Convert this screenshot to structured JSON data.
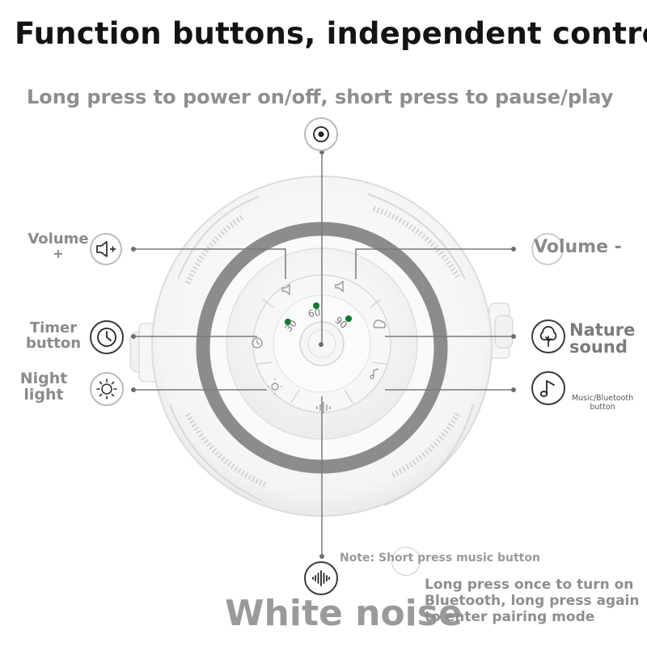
{
  "title": "Function buttons, independent control",
  "subtitle": "Long press to power on/off, short press to pause/play",
  "labels": {
    "volume_plus_line1": "Volume",
    "volume_plus_line2": "+",
    "volume_minus": "Volume -",
    "timer_line1": "Timer",
    "timer_line2": "button",
    "night_line1": "Night",
    "night_line2": "light",
    "nature_line1": "Nature",
    "nature_line2": "sound",
    "music_bt_line1": "Music/Bluetooth",
    "music_bt_line2": "button",
    "white_noise": "White noise"
  },
  "device": {
    "timer_30": "30",
    "timer_60": "60",
    "timer_90": "90"
  },
  "notes": {
    "note_short": "Note: Short press music button",
    "note_long": "Long press once to turn on Bluetooth, long press again to enter pairing mode"
  },
  "icons": [
    "power-icon",
    "volume-up-icon",
    "volume-down-icon",
    "timer-icon",
    "night-light-icon",
    "nature-sound-icon",
    "music-note-icon",
    "white-noise-icon"
  ],
  "colors": {
    "title": "#141414",
    "label_gray": "#8a8a8a",
    "ring": "#8c8c8c",
    "led": "#0b7a2a"
  }
}
